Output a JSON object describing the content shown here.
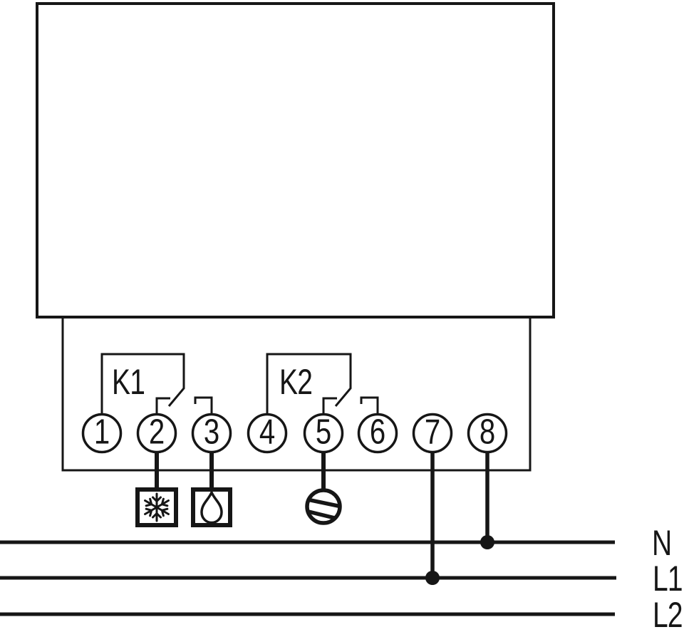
{
  "diagram": {
    "type": "wiring-diagram",
    "relays": [
      {
        "label": "K1"
      },
      {
        "label": "K2"
      }
    ],
    "terminals": [
      {
        "number": "1"
      },
      {
        "number": "2"
      },
      {
        "number": "3"
      },
      {
        "number": "4"
      },
      {
        "number": "5"
      },
      {
        "number": "6"
      },
      {
        "number": "7"
      },
      {
        "number": "8"
      }
    ],
    "symbols": [
      {
        "terminal": "2",
        "name": "cooling",
        "icon": "snowflake-in-box"
      },
      {
        "terminal": "3",
        "name": "humidity",
        "icon": "droplet-in-box"
      },
      {
        "terminal": "5",
        "name": "fan",
        "icon": "circle-with-blades"
      }
    ],
    "power_lines": [
      {
        "label": "N"
      },
      {
        "label": "L1"
      },
      {
        "label": "L2"
      }
    ],
    "connections": [
      {
        "from": "terminal 8",
        "to": "N"
      },
      {
        "from": "terminal 7",
        "to": "L1"
      }
    ],
    "colors": {
      "stroke": "#161616",
      "background": "#ffffff"
    }
  }
}
